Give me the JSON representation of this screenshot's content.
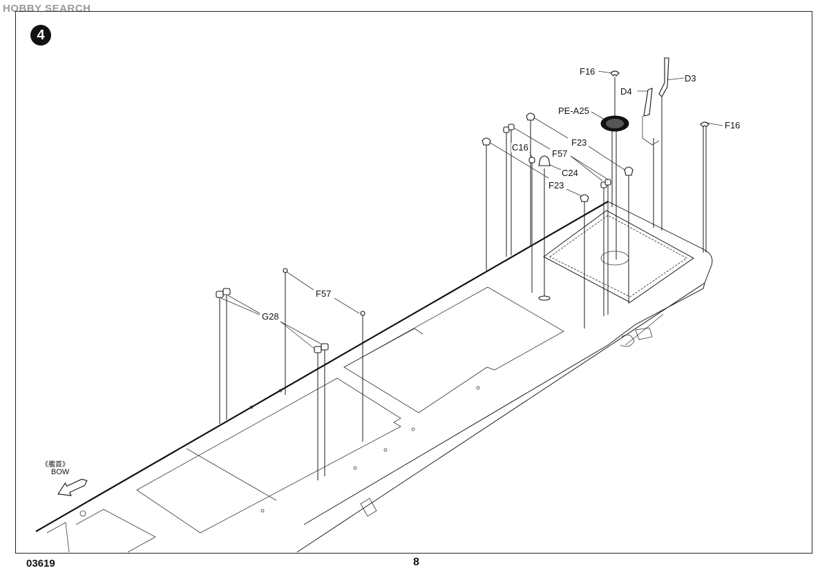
{
  "watermark": "HOBBY SEARCH",
  "step_number": "4",
  "bow_label_cn": "《艦首》",
  "bow_label_en": "BOW",
  "footer": {
    "product_code": "03619",
    "page_number": "8"
  },
  "callouts": {
    "f16_top": "F16",
    "d3": "D3",
    "d4": "D4",
    "pe_a25": "PE-A25",
    "f16_right": "F16",
    "f23_upper": "F23",
    "c16": "C16",
    "f57_upper": "F57",
    "c24": "C24",
    "f23_lower": "F23",
    "f57_lower": "F57",
    "g28": "G28"
  },
  "icons": {
    "bow_arrow": "arrow-left-icon",
    "step_badge": "circled-number-icon"
  }
}
